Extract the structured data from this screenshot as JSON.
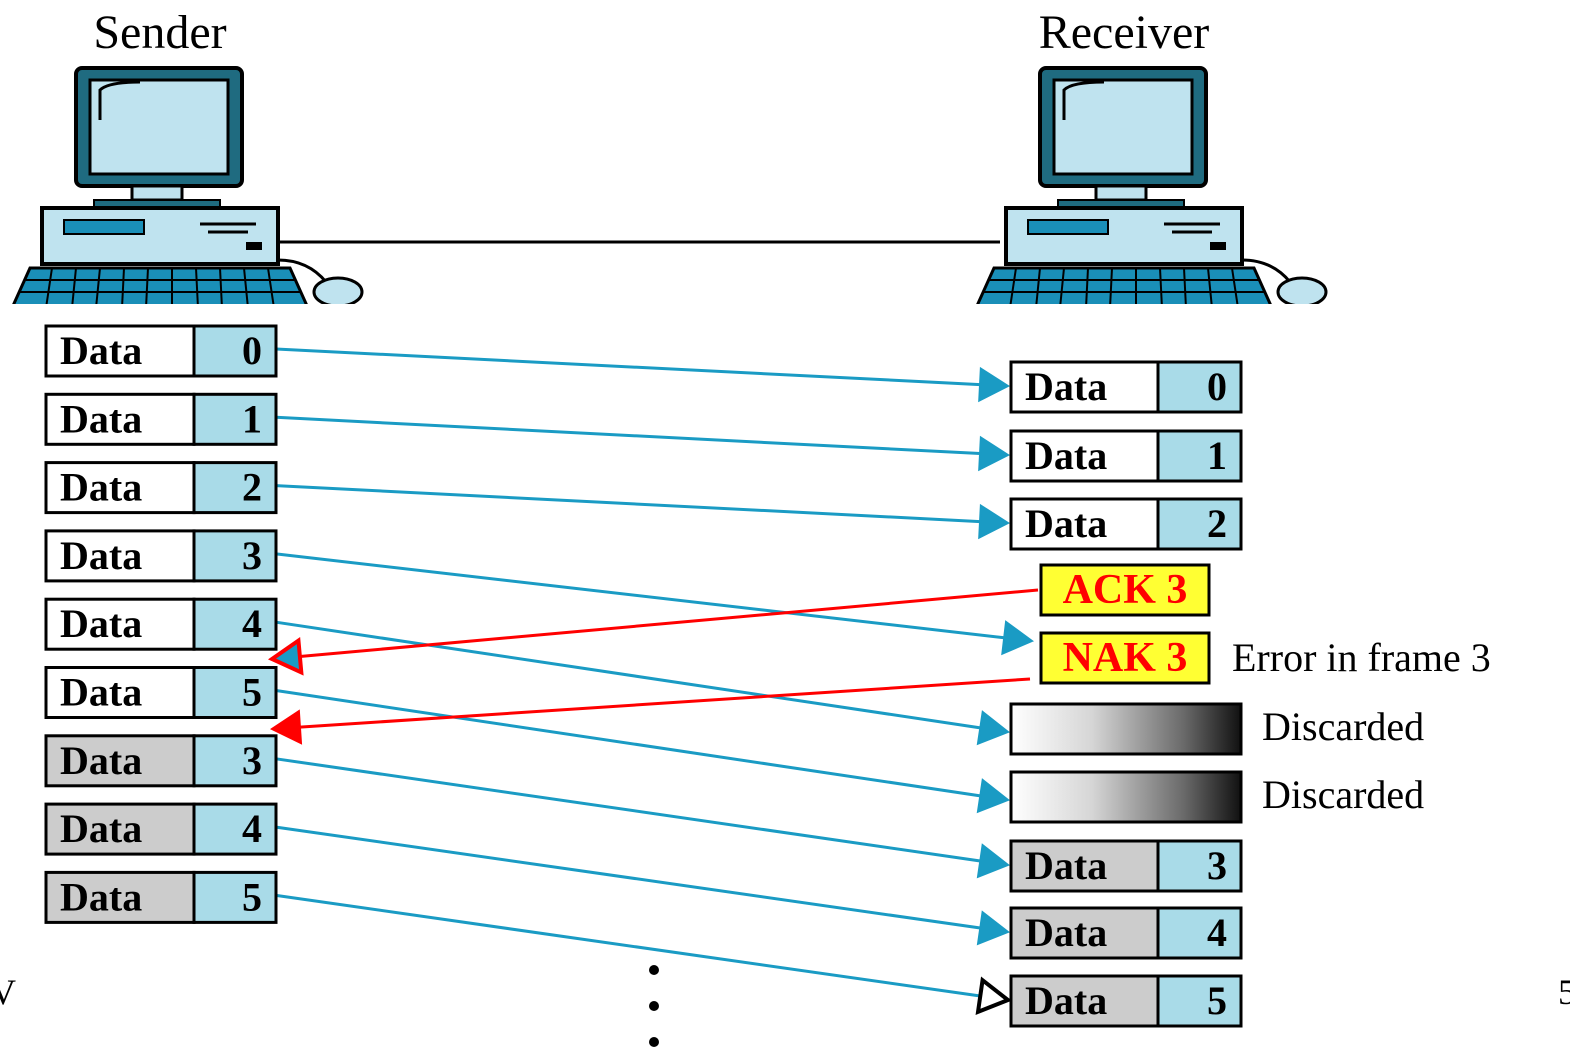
{
  "sender": {
    "title": "Sender"
  },
  "receiver": {
    "title": "Receiver"
  },
  "frame_word": "Data",
  "sender_frames": [
    {
      "num": "0",
      "resent": false
    },
    {
      "num": "1",
      "resent": false
    },
    {
      "num": "2",
      "resent": false
    },
    {
      "num": "3",
      "resent": false
    },
    {
      "num": "4",
      "resent": false
    },
    {
      "num": "5",
      "resent": false
    },
    {
      "num": "3",
      "resent": true
    },
    {
      "num": "4",
      "resent": true
    },
    {
      "num": "5",
      "resent": true
    }
  ],
  "receiver_frames": [
    {
      "kind": "data",
      "num": "0",
      "resent": false
    },
    {
      "kind": "data",
      "num": "1",
      "resent": false
    },
    {
      "kind": "data",
      "num": "2",
      "resent": false
    },
    {
      "kind": "discarded",
      "note": "Discarded"
    },
    {
      "kind": "discarded",
      "note": "Discarded"
    },
    {
      "kind": "data",
      "num": "3",
      "resent": true
    },
    {
      "kind": "data",
      "num": "4",
      "resent": true
    },
    {
      "kind": "data",
      "num": "5",
      "resent": true
    }
  ],
  "controls": [
    {
      "label": "ACK 3"
    },
    {
      "label": "NAK 3",
      "note": "Error in frame 3"
    }
  ],
  "edge_left_fragment": "V",
  "edge_right_fragment": "5",
  "colors": {
    "data_arrow": "#1a9bc4",
    "control_arrow": "#ff0000",
    "number_cell": "#a9dbe8",
    "resent_cell": "#cccccc",
    "control_box": "#ffff33",
    "monitor": "#bfe3ef"
  }
}
